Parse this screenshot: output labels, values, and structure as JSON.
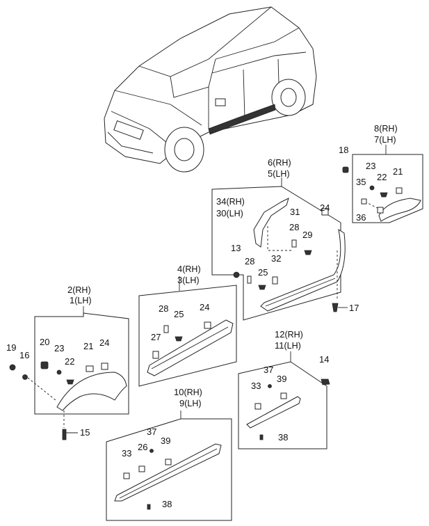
{
  "callouts": {
    "c1": {
      "num": "1",
      "side": "(LH)"
    },
    "c2": {
      "num": "2",
      "side": "(RH)"
    },
    "c3": {
      "num": "3",
      "side": "(LH)"
    },
    "c4": {
      "num": "4",
      "side": "(RH)"
    },
    "c5": {
      "num": "5",
      "side": "(LH)"
    },
    "c6": {
      "num": "6",
      "side": "(RH)"
    },
    "c7": {
      "num": "7",
      "side": "(LH)"
    },
    "c8": {
      "num": "8",
      "side": "(RH)"
    },
    "c9": {
      "num": "9",
      "side": "(LH)"
    },
    "c10": {
      "num": "10",
      "side": "(RH)"
    },
    "c11": {
      "num": "11",
      "side": "(LH)"
    },
    "c12": {
      "num": "12",
      "side": "(RH)"
    },
    "c30": {
      "num": "30",
      "side": "(LH)"
    },
    "c34": {
      "num": "34",
      "side": "(RH)"
    }
  },
  "parts": {
    "p13": "13",
    "p14": "14",
    "p15": "15",
    "p16": "16",
    "p17": "17",
    "p18": "18",
    "p19": "19",
    "p20": "20",
    "p21a": "21",
    "p21b": "21",
    "p22a": "22",
    "p22b": "22",
    "p23a": "23",
    "p23b": "23",
    "p24a": "24",
    "p24b": "24",
    "p24c": "24",
    "p25a": "25",
    "p25b": "25",
    "p26": "26",
    "p27": "27",
    "p28a": "28",
    "p28b": "28",
    "p28c": "28",
    "p29": "29",
    "p31": "31",
    "p32": "32",
    "p33a": "33",
    "p33b": "33",
    "p35": "35",
    "p36": "36",
    "p37a": "37",
    "p37b": "37",
    "p38a": "38",
    "p38b": "38",
    "p39a": "39",
    "p39b": "39"
  }
}
